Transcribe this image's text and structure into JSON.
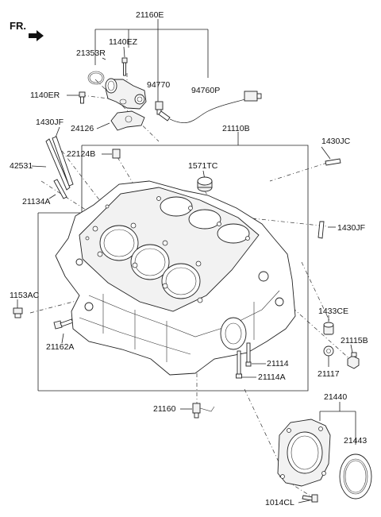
{
  "header": {
    "direction_label": "FR."
  },
  "labels": {
    "p21160E": "21160E",
    "p1140EZ": "1140EZ",
    "p21353R": "21353R",
    "p1140ER": "1140ER",
    "p94770": "94770",
    "p94760P": "94760P",
    "p1430JF_top": "1430JF",
    "p24126": "24126",
    "p22124B": "22124B",
    "p21110B": "21110B",
    "p1430JC": "1430JC",
    "p42531": "42531",
    "p1571TC": "1571TC",
    "p21134A": "21134A",
    "p1430JF_right": "1430JF",
    "p1153AC": "1153AC",
    "p1433CE": "1433CE",
    "p21162A": "21162A",
    "p21115B": "21115B",
    "p21114": "21114",
    "p21117": "21117",
    "p21114A": "21114A",
    "p21160": "21160",
    "p21440": "21440",
    "p21443": "21443",
    "p1014CL": "1014CL"
  }
}
